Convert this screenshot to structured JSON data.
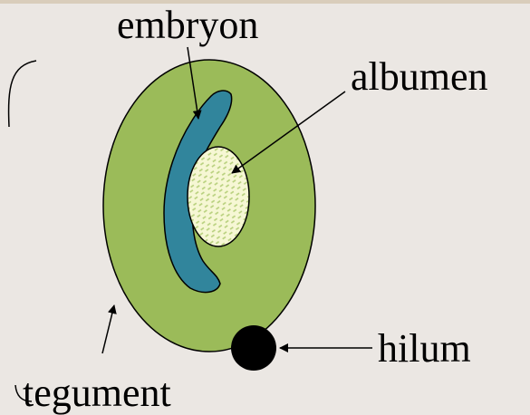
{
  "labels": {
    "embryon": "embryon",
    "albumen": "albumen",
    "hilum": "hilum",
    "tegument": "tegument"
  },
  "colors": {
    "background": "#ebe7e3",
    "seed_coat": "#9bbb59",
    "embryo": "#31859c",
    "albumen_fill": "#f6f7d4",
    "albumen_pattern": "#b6cf7a",
    "hilum": "#000000",
    "outline": "#000000"
  }
}
